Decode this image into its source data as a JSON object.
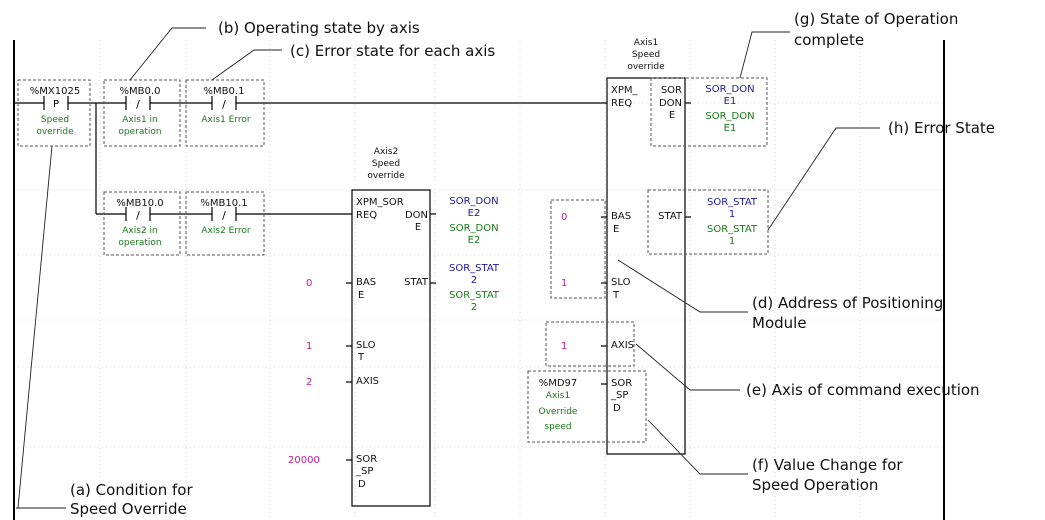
{
  "colors": {
    "var": "#111111",
    "comment": "#1a7a1a",
    "const": "#c0169c",
    "out": "#1a1a9a",
    "wire": "#000000",
    "grid": "#dddddd",
    "callout": "#111111"
  },
  "row1": {
    "c1": {
      "var": "%MX1025",
      "sym": "P",
      "comment1": "Speed",
      "comment2": "override"
    },
    "c2": {
      "var": "%MB0.0",
      "sym": "/",
      "comment1": "Axis1 in",
      "comment2": "operation"
    },
    "c3": {
      "var": "%MB0.1",
      "sym": "/",
      "comment1": "Axis1 Error"
    }
  },
  "row2": {
    "c1": {
      "var": "%MB10.0",
      "sym": "/",
      "comment1": "Axis2 in",
      "comment2": "operation"
    },
    "c2": {
      "var": "%MB10.1",
      "sym": "/",
      "comment1": "Axis2 Error"
    }
  },
  "fb1": {
    "title1": "Axis1",
    "title2": "Speed",
    "title3": "override",
    "name1": "XPM_",
    "name2": "SOR",
    "in_req": "REQ",
    "in_bas1": "BAS",
    "in_bas2": "E",
    "in_slo1": "SLO",
    "in_slo2": "T",
    "in_axis": "AXIS",
    "in_sor1": "SOR",
    "in_sor2": "_SP",
    "in_sor3": "D",
    "out_don1": "DON",
    "out_don2": "E",
    "out_stat": "STAT",
    "v_bas": "0",
    "v_slo": "1",
    "v_axis": "1",
    "v_spd": "%MD97",
    "v_spd_c1": "Axis1",
    "v_spd_c2": "Override",
    "v_spd_c3": "speed",
    "o_don_a": "SOR_DON",
    "o_don_b": "E1",
    "o_don_c": "SOR_DON",
    "o_don_d": "E1",
    "o_stat_a": "SOR_STAT",
    "o_stat_b": "1",
    "o_stat_c": "SOR_STAT",
    "o_stat_d": "1"
  },
  "fb2": {
    "title1": "Axis2",
    "title2": "Speed",
    "title3": "override",
    "name1": "XPM_SOR",
    "in_req": "REQ",
    "in_bas1": "BAS",
    "in_bas2": "E",
    "in_slo1": "SLO",
    "in_slo2": "T",
    "in_axis": "AXIS",
    "in_sor1": "SOR",
    "in_sor2": "_SP",
    "in_sor3": "D",
    "out_don1": "DON",
    "out_don2": "E",
    "out_stat": "STAT",
    "v_bas": "0",
    "v_slo": "1",
    "v_axis": "2",
    "v_spd": "20000",
    "o_don_a": "SOR_DON",
    "o_don_b": "E2",
    "o_don_c": "SOR_DON",
    "o_don_d": "E2",
    "o_stat_a": "SOR_STAT",
    "o_stat_b": "2",
    "o_stat_c": "SOR_STAT",
    "o_stat_d": "2"
  },
  "callouts": {
    "a1": "(a) Condition for",
    "a2": "Speed Override",
    "b": "(b) Operating state by axis",
    "c": "(c) Error state for each axis",
    "d1": "(d) Address of Positioning",
    "d2": "Module",
    "e": "(e) Axis of command execution",
    "f1": "(f) Value Change for",
    "f2": "Speed Operation",
    "g1": "(g) State of Operation",
    "g2": "complete",
    "h": "(h) Error State"
  }
}
